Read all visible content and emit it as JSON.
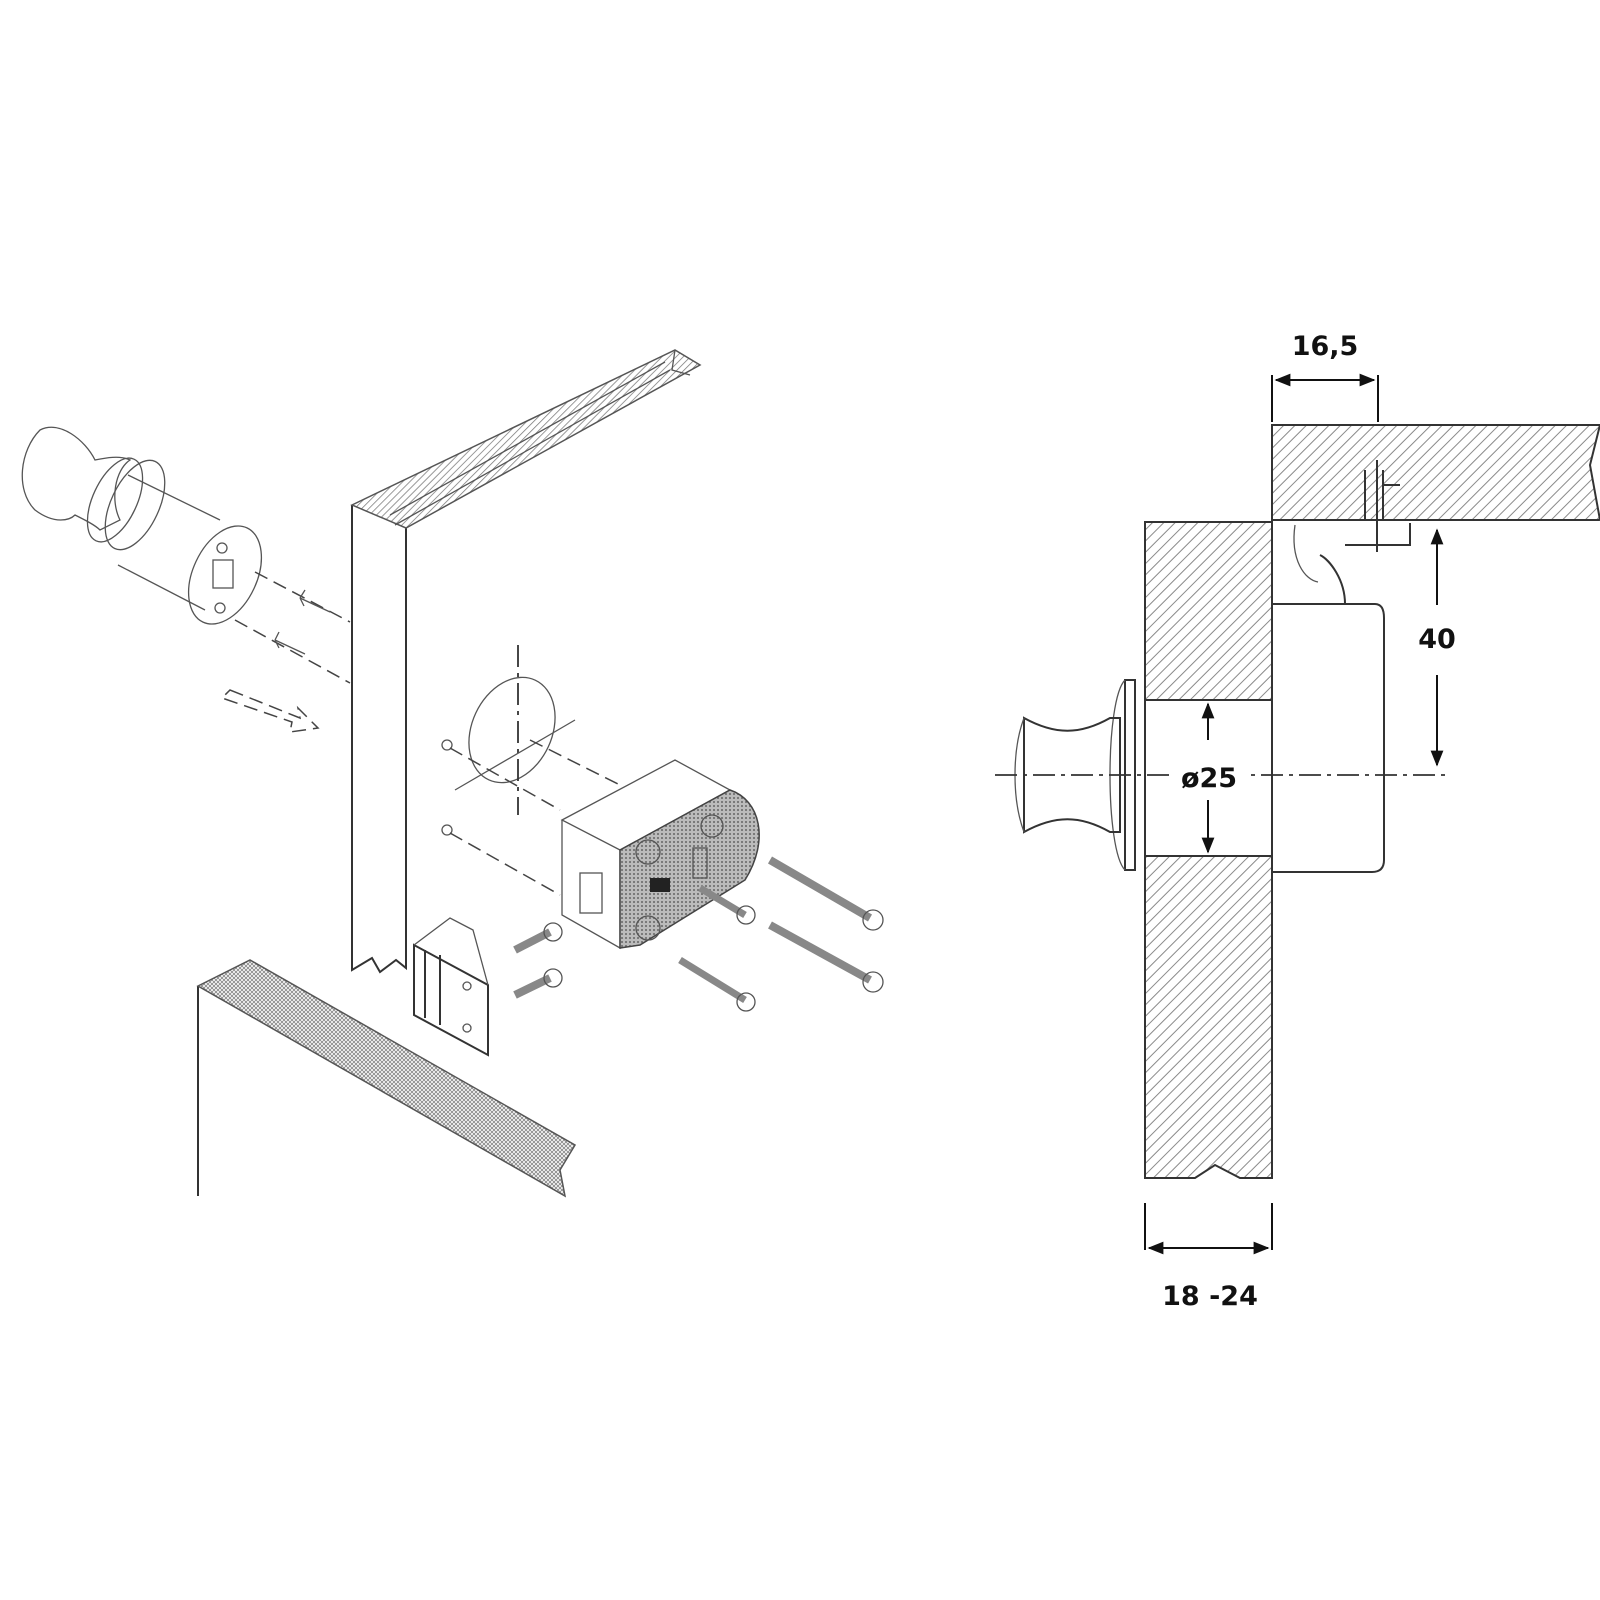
{
  "figure": {
    "type": "technical-installation-drawing",
    "left_panel": {
      "view": "exploded-isometric",
      "parts": [
        "knob-cylinder",
        "door-panel",
        "lock-body",
        "strike-plate",
        "cabinet-top-panel",
        "mounting-screws"
      ]
    },
    "right_panel": {
      "view": "cross-section",
      "dimensions": {
        "offset": "16,5",
        "height": "40",
        "bore_diameter": "ø25",
        "door_thickness": "18 -24"
      }
    }
  },
  "colors": {
    "line": "#333333",
    "hatch": "#888888",
    "text": "#111111",
    "background": "#ffffff"
  }
}
